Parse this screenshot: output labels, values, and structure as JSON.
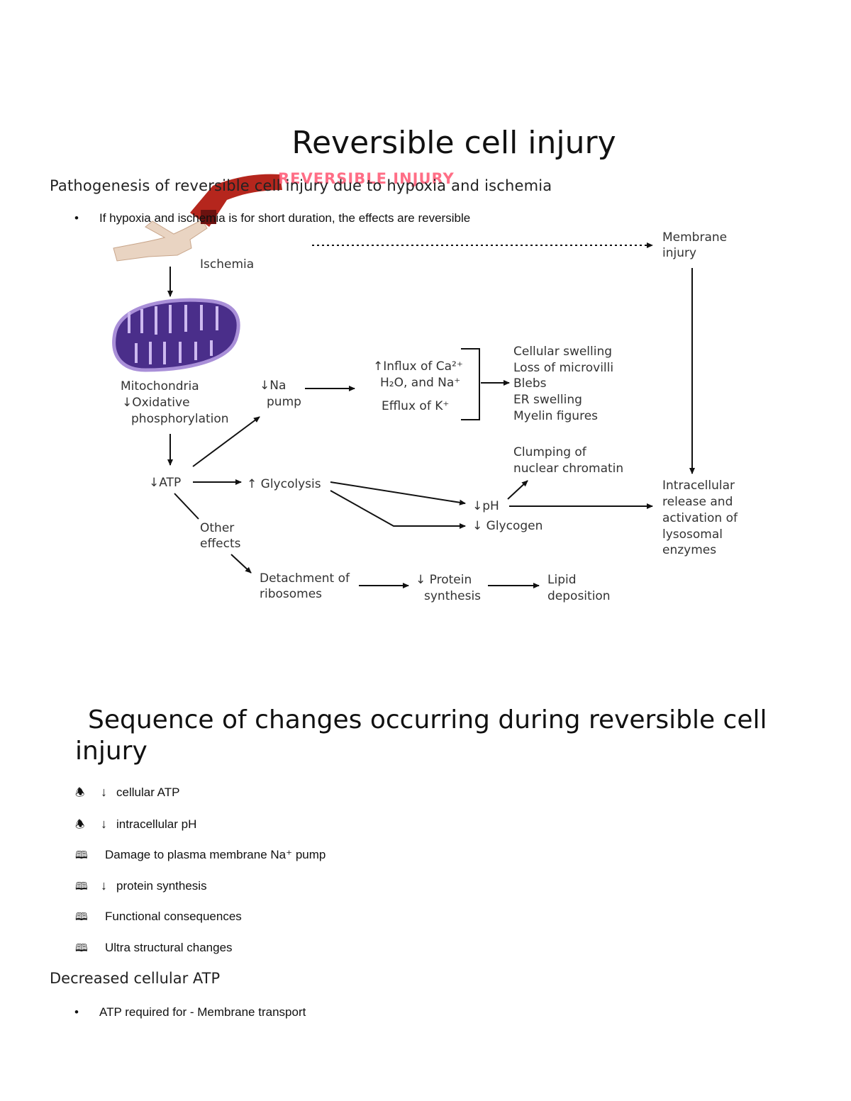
{
  "page": {
    "title": "Reversible cell injury",
    "pathogenesis_heading": "Pathogenesis of reversible cell injury due to hypoxia and ischemia",
    "bullet_1": "If hypoxia and ischemia is for short duration, the effects are reversible",
    "bullet_symbol": "•"
  },
  "figure": {
    "banner": "REVERSIBLE INJURY",
    "ischemia": "Ischemia",
    "membrane_injury": [
      "Membrane",
      "injury"
    ],
    "mitochondria": [
      "Mitochondria",
      "↓Oxidative",
      "phosphorylation"
    ],
    "na_pump": [
      "↓Na",
      "pump"
    ],
    "influx": [
      "↑Influx of Ca²⁺",
      "H₂O, and Na⁺",
      "Efflux of K⁺"
    ],
    "swelling": [
      "Cellular swelling",
      "Loss of microvilli",
      "Blebs",
      "ER swelling",
      "Myelin figures"
    ],
    "clumping": [
      "Clumping of",
      "nuclear chromatin"
    ],
    "atp": "↓ATP",
    "glycolysis": "↑ Glycolysis",
    "ph": "↓pH",
    "glycogen": "↓ Glycogen",
    "lysosomal": [
      "Intracellular",
      "release and",
      "activation of",
      "lysosomal",
      "enzymes"
    ],
    "other_effects": [
      "Other",
      "effects"
    ],
    "detachment": [
      "Detachment of",
      "ribosomes"
    ],
    "protein": [
      "↓ Protein",
      "synthesis"
    ],
    "lipid": [
      "Lipid",
      "deposition"
    ]
  },
  "sequence": {
    "title": "Sequence of changes occurring during reversible cell injury",
    "items": [
      {
        "marker": "🕭",
        "arrow": "↓",
        "text": "cellular ATP"
      },
      {
        "marker": "🕭",
        "arrow": "↓",
        "text": "intracellular pH"
      },
      {
        "marker": "🕮",
        "arrow": "",
        "text": "Damage to plasma membrane Na⁺ pump"
      },
      {
        "marker": "🕮",
        "arrow": "↓",
        "text": "protein synthesis"
      },
      {
        "marker": "🕮",
        "arrow": "",
        "text": "Functional consequences"
      },
      {
        "marker": "🕮",
        "arrow": "",
        "text": "Ultra structural changes"
      }
    ]
  },
  "atp_section": {
    "heading": "Decreased cellular ATP",
    "bullet": "ATP required for - Membrane transport"
  }
}
